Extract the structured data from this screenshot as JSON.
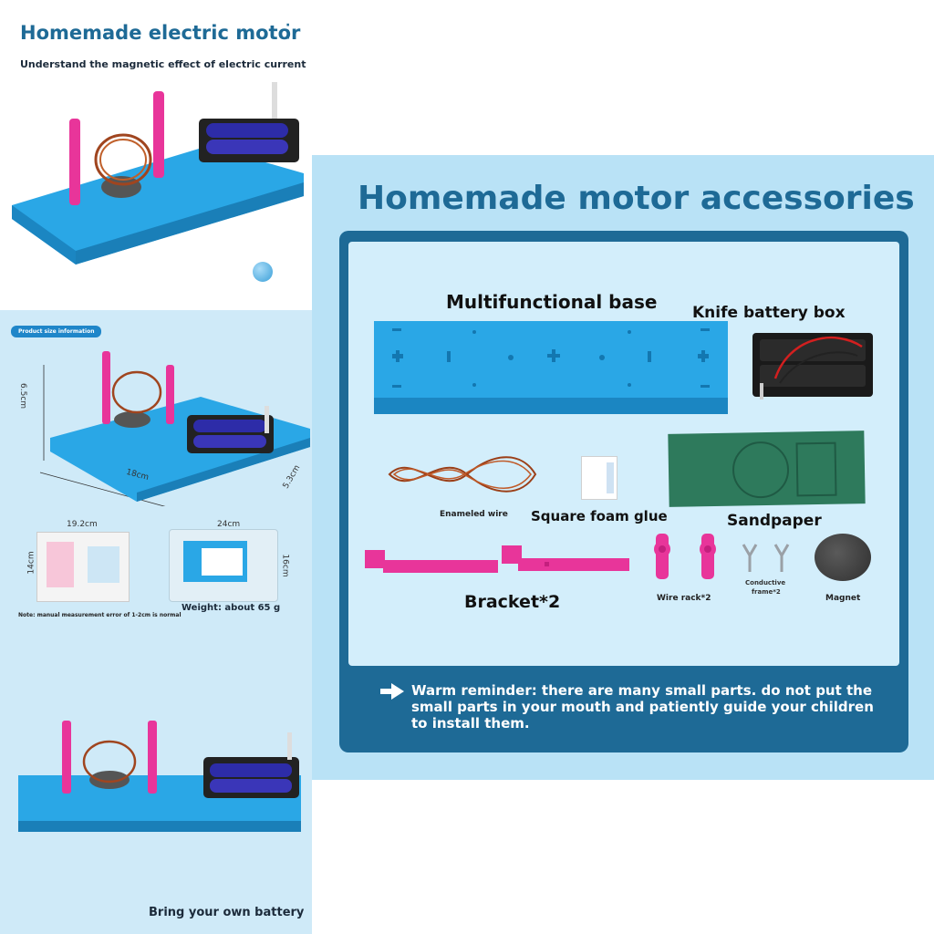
{
  "header": {
    "title": "Homemade electric motor",
    "subtitle": "Understand the magnetic effect of electric current"
  },
  "size_info": {
    "badge": "Product size information",
    "height": "6.5cm",
    "length": "18cm",
    "width": "5.3cm",
    "box_width": "19.2cm",
    "box_height": "14cm",
    "bag_width": "24cm",
    "bag_height": "16cm",
    "weight": "Weight: about 65 g",
    "note": "Note: manual measurement error of 1-2cm is normal"
  },
  "battery_note": "Bring your own battery",
  "accessories": {
    "title": "Homemade motor accessories",
    "items": {
      "base": "Multifunctional base",
      "battery_box": "Knife battery box",
      "wire": "Enameled wire",
      "foam_glue": "Square foam glue",
      "sandpaper": "Sandpaper",
      "bracket": "Bracket*2",
      "wire_rack": "Wire rack*2",
      "conductive_frame_1": "Conductive",
      "conductive_frame_2": "frame*2",
      "magnet": "Magnet"
    },
    "reminder_icon": "arrow-right-icon",
    "reminder": "Warm reminder: there are many small parts. do not put the small parts in your mouth and patiently guide your children to install them."
  },
  "colors": {
    "brand_blue": "#1e6a96",
    "base_blue": "#2aa7e6",
    "bracket_pink": "#e8359a",
    "panel_light": "#cfeaf8"
  }
}
